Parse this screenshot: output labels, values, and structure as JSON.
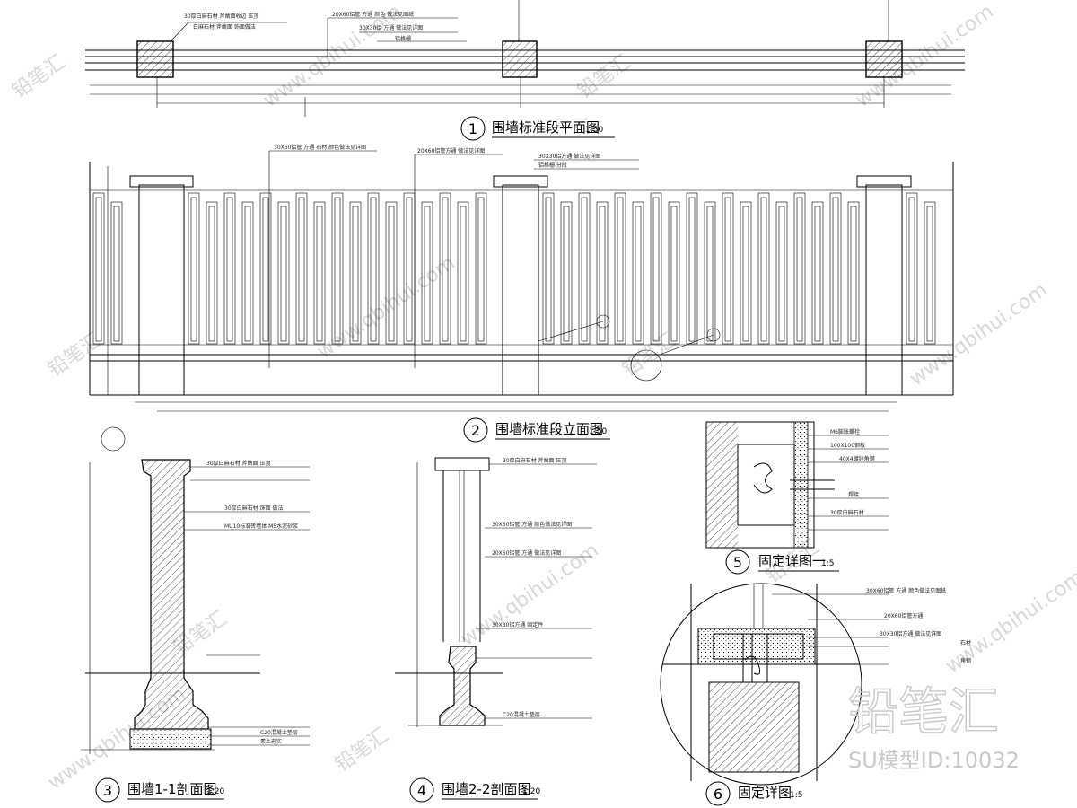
{
  "drawings": [
    {
      "number": "1",
      "title": "围墙标准段平面图",
      "scale": "1:50"
    },
    {
      "number": "2",
      "title": "围墙标准段立面图",
      "scale": "1:50"
    },
    {
      "number": "3",
      "title": "围墙1-1剖面图",
      "scale": "1:20"
    },
    {
      "number": "4",
      "title": "围墙2-2剖面图",
      "scale": "1:20"
    },
    {
      "number": "5",
      "title": "固定详图一",
      "scale": "1:5"
    },
    {
      "number": "6",
      "title": "固定详图",
      "scale": "1:5"
    }
  ],
  "brand": "铅笔汇",
  "model_id": "SU模型ID:10032",
  "watermark_url": "www.qbihui.com",
  "watermark_mark": "铅笔汇"
}
